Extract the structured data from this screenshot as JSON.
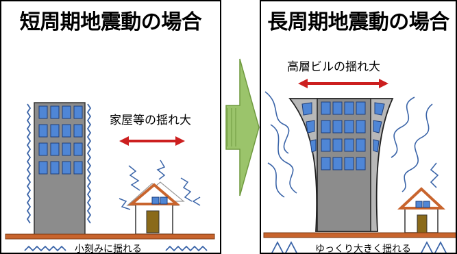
{
  "left_panel": {
    "title": "短周期地震動の場合",
    "shake_label": "家屋等の揺れ大",
    "ground_label": "小刻みに揺れる"
  },
  "right_panel": {
    "title": "長周期地震動の場合",
    "shake_label": "高層ビルの揺れ大",
    "ground_label": "ゆっくり大きく揺れる"
  },
  "colors": {
    "building": "#8c8c8c",
    "window": "#4f86d6",
    "arrow": "#cc1f1f",
    "ground": "#c8642d",
    "wave": "#3a64a8",
    "big_arrow": "#9bc46b"
  }
}
